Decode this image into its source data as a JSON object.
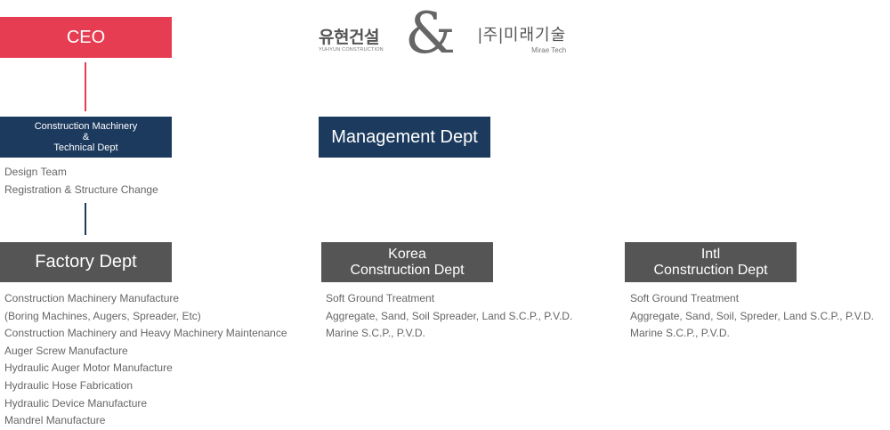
{
  "ceo": {
    "label": "CEO"
  },
  "tech": {
    "lines": [
      "Construction Machinery",
      "&",
      "Technical Dept"
    ]
  },
  "tech_list": [
    "Design Team",
    "Registration & Structure Change"
  ],
  "management": {
    "label": "Management Dept"
  },
  "factory": {
    "label": "Factory Dept"
  },
  "factory_list": [
    "Construction Machinery Manufacture",
    "(Boring Machines, Augers, Spreader, Etc)",
    "Construction Machinery and Heavy Machinery Maintenance",
    "Auger Screw Manufacture",
    "Hydraulic Auger Motor Manufacture",
    "Hydraulic Hose Fabrication",
    "Hydraulic Device Manufacture",
    "Mandrel Manufacture"
  ],
  "korea": {
    "lines": [
      "Korea",
      "Construction Dept"
    ]
  },
  "korea_list": [
    "Soft Ground Treatment",
    "Aggregate, Sand, Soil Spreader, Land S.C.P., P.V.D.",
    "Marine S.C.P., P.V.D."
  ],
  "intl": {
    "lines": [
      "Intl",
      "Construction Dept"
    ]
  },
  "intl_list": [
    "Soft Ground Treatment",
    "Aggregate, Sand, Soil, Spreder, Land S.C.P., P.V.D.",
    "Marine S.C.P., P.V.D."
  ],
  "logos": {
    "yuhyun_ko": "유현건설",
    "yuhyun_en": "YUHYUN CONSTRUCTION",
    "ampersand": "&",
    "mirae_ko": "|주|미래기술",
    "mirae_en": "Mirae Tech"
  },
  "colors": {
    "ceo": "#e63d52",
    "navy": "#1c3a5e",
    "gray": "#555555",
    "text": "#666666"
  }
}
